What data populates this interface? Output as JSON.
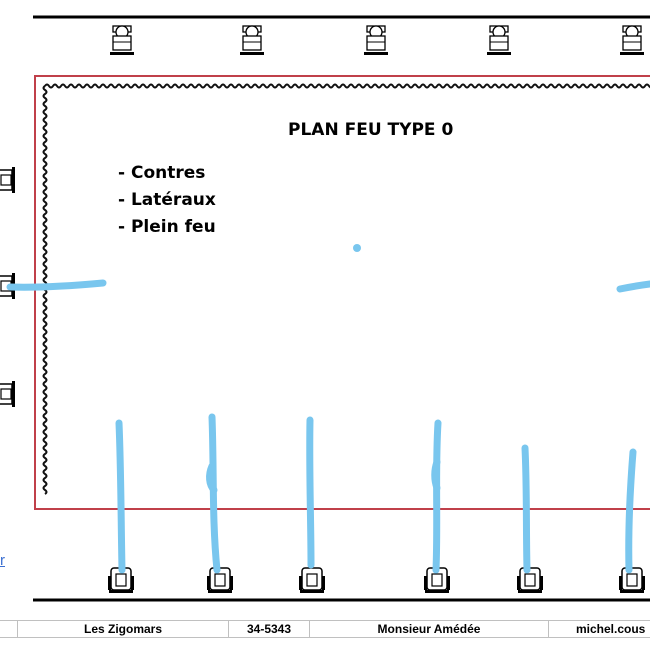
{
  "plan": {
    "title": "PLAN FEU TYPE 0",
    "bullets": [
      "- Contres",
      "- Latéraux",
      "- Plein feu"
    ]
  },
  "side_link": {
    "text": "r"
  },
  "footer": {
    "cells": [
      "",
      "Les Zigomars",
      "34-5343",
      "Monsieur Amédée",
      "michel.cous"
    ]
  },
  "colors": {
    "stage_outline": "#c0404a",
    "curtain": "#111111",
    "annotation": "#79c6ee",
    "truss": "#000000",
    "link": "#3b6fd1"
  },
  "icons": {
    "top_row": "profile-spotlight-icon",
    "left_column": "lantern-icon",
    "bottom_row": "floor-lantern-icon"
  }
}
